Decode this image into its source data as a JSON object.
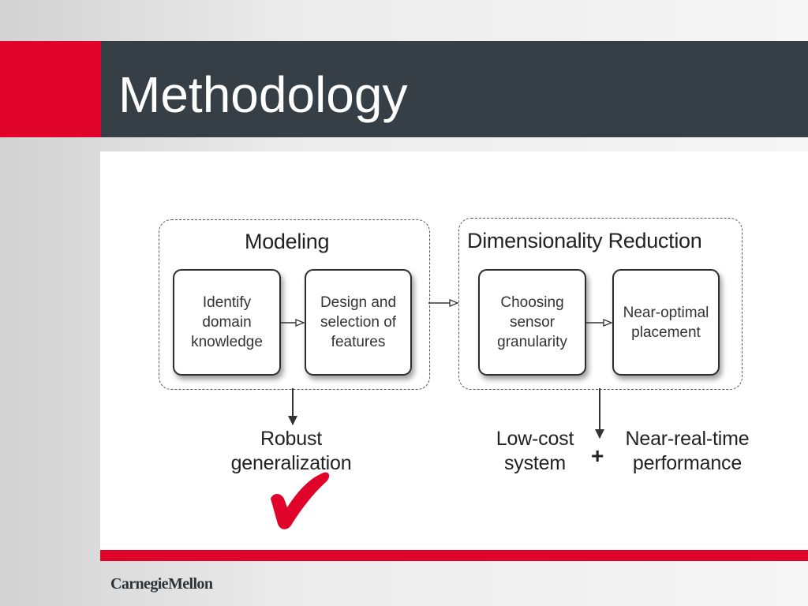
{
  "slide": {
    "title": "Methodology",
    "footer_logo": "CarnegieMellon"
  },
  "diagram": {
    "modeling": {
      "title": "Modeling",
      "steps": [
        "Identify\ndomain\nknowledge",
        "Design and\nselection of\nfeatures"
      ]
    },
    "dimensionality_reduction": {
      "title": "Dimensionality Reduction",
      "steps": [
        "Choosing\nsensor\ngranularity",
        "Near-optimal\nplacement"
      ]
    },
    "outcomes": {
      "modeling": "Robust\ngeneralization",
      "reduction_left": "Low-cost\nsystem",
      "plus": "+",
      "reduction_right": "Near-real-time\nperformance"
    }
  },
  "colors": {
    "accent_red": "#e0032a",
    "title_bar": "#353f45"
  }
}
